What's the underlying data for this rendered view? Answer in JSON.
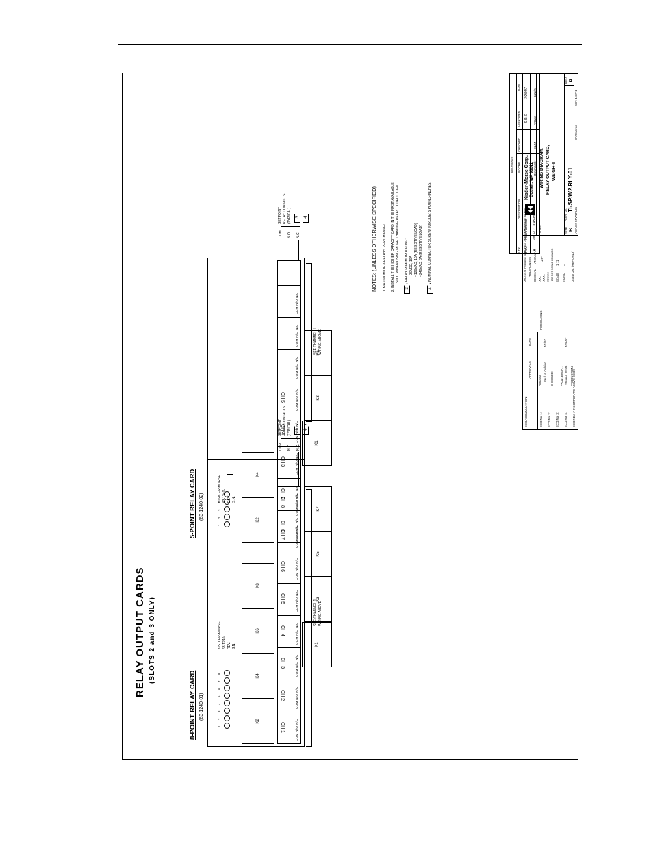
{
  "title": "RELAY OUTPUT CARDS",
  "subtitle": "(SLOTS 2 and 3 ONLY)",
  "card8": {
    "title": "8-POINT RELAY CARD",
    "part": "(63-1240-01)",
    "leds": [
      "1",
      "2",
      "3",
      "4",
      "5",
      "6",
      "7",
      "8"
    ],
    "mfr_lines": [
      "KISTLER-MORSE",
      "63-1240-",
      "REV.",
      "S.N."
    ],
    "channels": [
      "CH 1",
      "CH 2",
      "CH 3",
      "CH 4",
      "CH 5",
      "CH 6",
      "CH 7",
      "CH 8"
    ],
    "relays_lower": [
      "K2",
      "K4",
      "K6",
      "K8"
    ],
    "relays_upper": [
      "K1",
      "K3",
      "K5",
      "K7"
    ],
    "contacts": [
      "COM",
      "N.O.",
      "N.C."
    ],
    "contact_note": [
      "SETPOINT",
      "RELAY CONTACTS",
      "(TYPICAL)"
    ],
    "tags": [
      "3",
      "4"
    ],
    "see_note": [
      "SEE CHANNEL 1",
      "WIRING ABOVE"
    ]
  },
  "card5": {
    "title": "5-POINT RELAY CARD",
    "part": "(63-1240-02)",
    "leds": [
      "1",
      "2",
      "3",
      "4",
      "5"
    ],
    "mfr_lines": [
      "KISTLER-MORSE",
      "63-1240-",
      "REV.",
      "S.N."
    ],
    "channels": [
      "CH 1",
      "CH 2",
      "CH 3",
      "CH 4",
      "CH 5"
    ],
    "relays_lower": [
      "K2",
      "K4"
    ],
    "relays_upper": [
      "K1",
      "K3",
      "K5"
    ],
    "contacts": [
      "COM",
      "N.O.",
      "N.C."
    ],
    "contact_note": [
      "SETPOINT",
      "RELAY CONTACTS",
      "(TYPICAL)"
    ],
    "tags": [
      "3",
      "4"
    ],
    "see_note": [
      "SEE CHANNEL 1",
      "WIRING ABOVE"
    ]
  },
  "pin_row": "COM N/O N/C",
  "notes": {
    "heading": "NOTES: (UNLESS OTHERWISE SPECIFIED)",
    "n1": "1.   MAXIMUM OF 8-RELAYS PER CHANNEL.",
    "n2a": "2.   INSTALL THE HIGHER CAPACITY CARD IN THE FIRST AVAILABLE",
    "n2b": "SLOT WHEN USING MORE THAN ONE RELAY OUTPUT CARD.",
    "n3_tag": "3",
    "n3": "RELAY MAXIMUM RATING:",
    "n3a": "- 30VDC, 10A",
    "n3b": "- 120VAC, 10A (RESISTIVE LOAD)",
    "n3c": "- 240VAC, 8A (RESISTIVE LOAD)",
    "n4_tag": "4",
    "n4": "NOMINAL CONNECTOR SCREW TORQUE: 5 POUND-INCHES."
  },
  "revisions": {
    "title": "REVISIONS",
    "headers": [
      "LTR.",
      "DESCRIPTION",
      "INCORP.",
      "CHECKED",
      "APPROVED",
      "DATE"
    ],
    "rows": [
      [
        "New",
        "Initial Release",
        "",
        "",
        "S.R.S.",
        "7/25/97"
      ],
      [
        "A",
        "Per ECO # 4599",
        "W.Kennedy",
        "KLM",
        "F.Kabe",
        "9/12/01"
      ]
    ]
  },
  "title_block": {
    "eco_head": "ECO ACCUMULATION:",
    "eco_rows": [
      "ECO No. 1:",
      "ECO No. 2:",
      "ECO No. 3:",
      "ECO No. 4:"
    ],
    "eco_foot": "ECO REV. #  INCORPORATE ABOVE ECO'S",
    "approvals_head": "APPROVALS",
    "date_head": "DATE",
    "drawn_label": "DRAWN:",
    "drawn": "Saul N. Celsico",
    "drawn_date": "7/1/97",
    "checked_label": "CHECKED:",
    "proj_label": "PROJ. ENGR.:",
    "proj": "Steve A. Smith",
    "proj_date": "7/25/97",
    "production_label": "PRODUCTION:",
    "purchasing_label": "PURCHASING:",
    "tol_head": "UNLESS OTHERWISE SPECIFIED DIMENSIONS ARE IN INCHES",
    "tol_label": "TOLERANCES",
    "decimal": "DECIMAL",
    "angular": "ANGULAR",
    "tol_x": ".XX  :",
    "tol_xx": ".XXX  :",
    "tol_xxx": ".XXXX :",
    "tol_ang": "±.5°",
    "do_not_scale": "DO NOT SCALE DRAWING",
    "scale_label": "SCALE",
    "scale": "1 : 1",
    "finish_label": "FINISH",
    "finish": "--",
    "used_on": "USED ON: (REF ONLY)",
    "company": "Kistler-Morse Corp.",
    "city": "Bothell, WA 98011",
    "title_label": "TITLE",
    "dwg_title": [
      "WIRING DIAGRAM,",
      "RELAY OUTPUT CARD,",
      "WEIGH-II"
    ],
    "size_label": "SIZE",
    "size": "B",
    "dwg_label": "DWG. No.",
    "dwg_no": "TI-SP.W2.RLY-01",
    "rev_label": "REV",
    "rev": "A",
    "acad": "ACAD # SPW2RL01",
    "datesaved": "DATEsaved",
    "sheet": "SHT. 1 OF 1"
  }
}
